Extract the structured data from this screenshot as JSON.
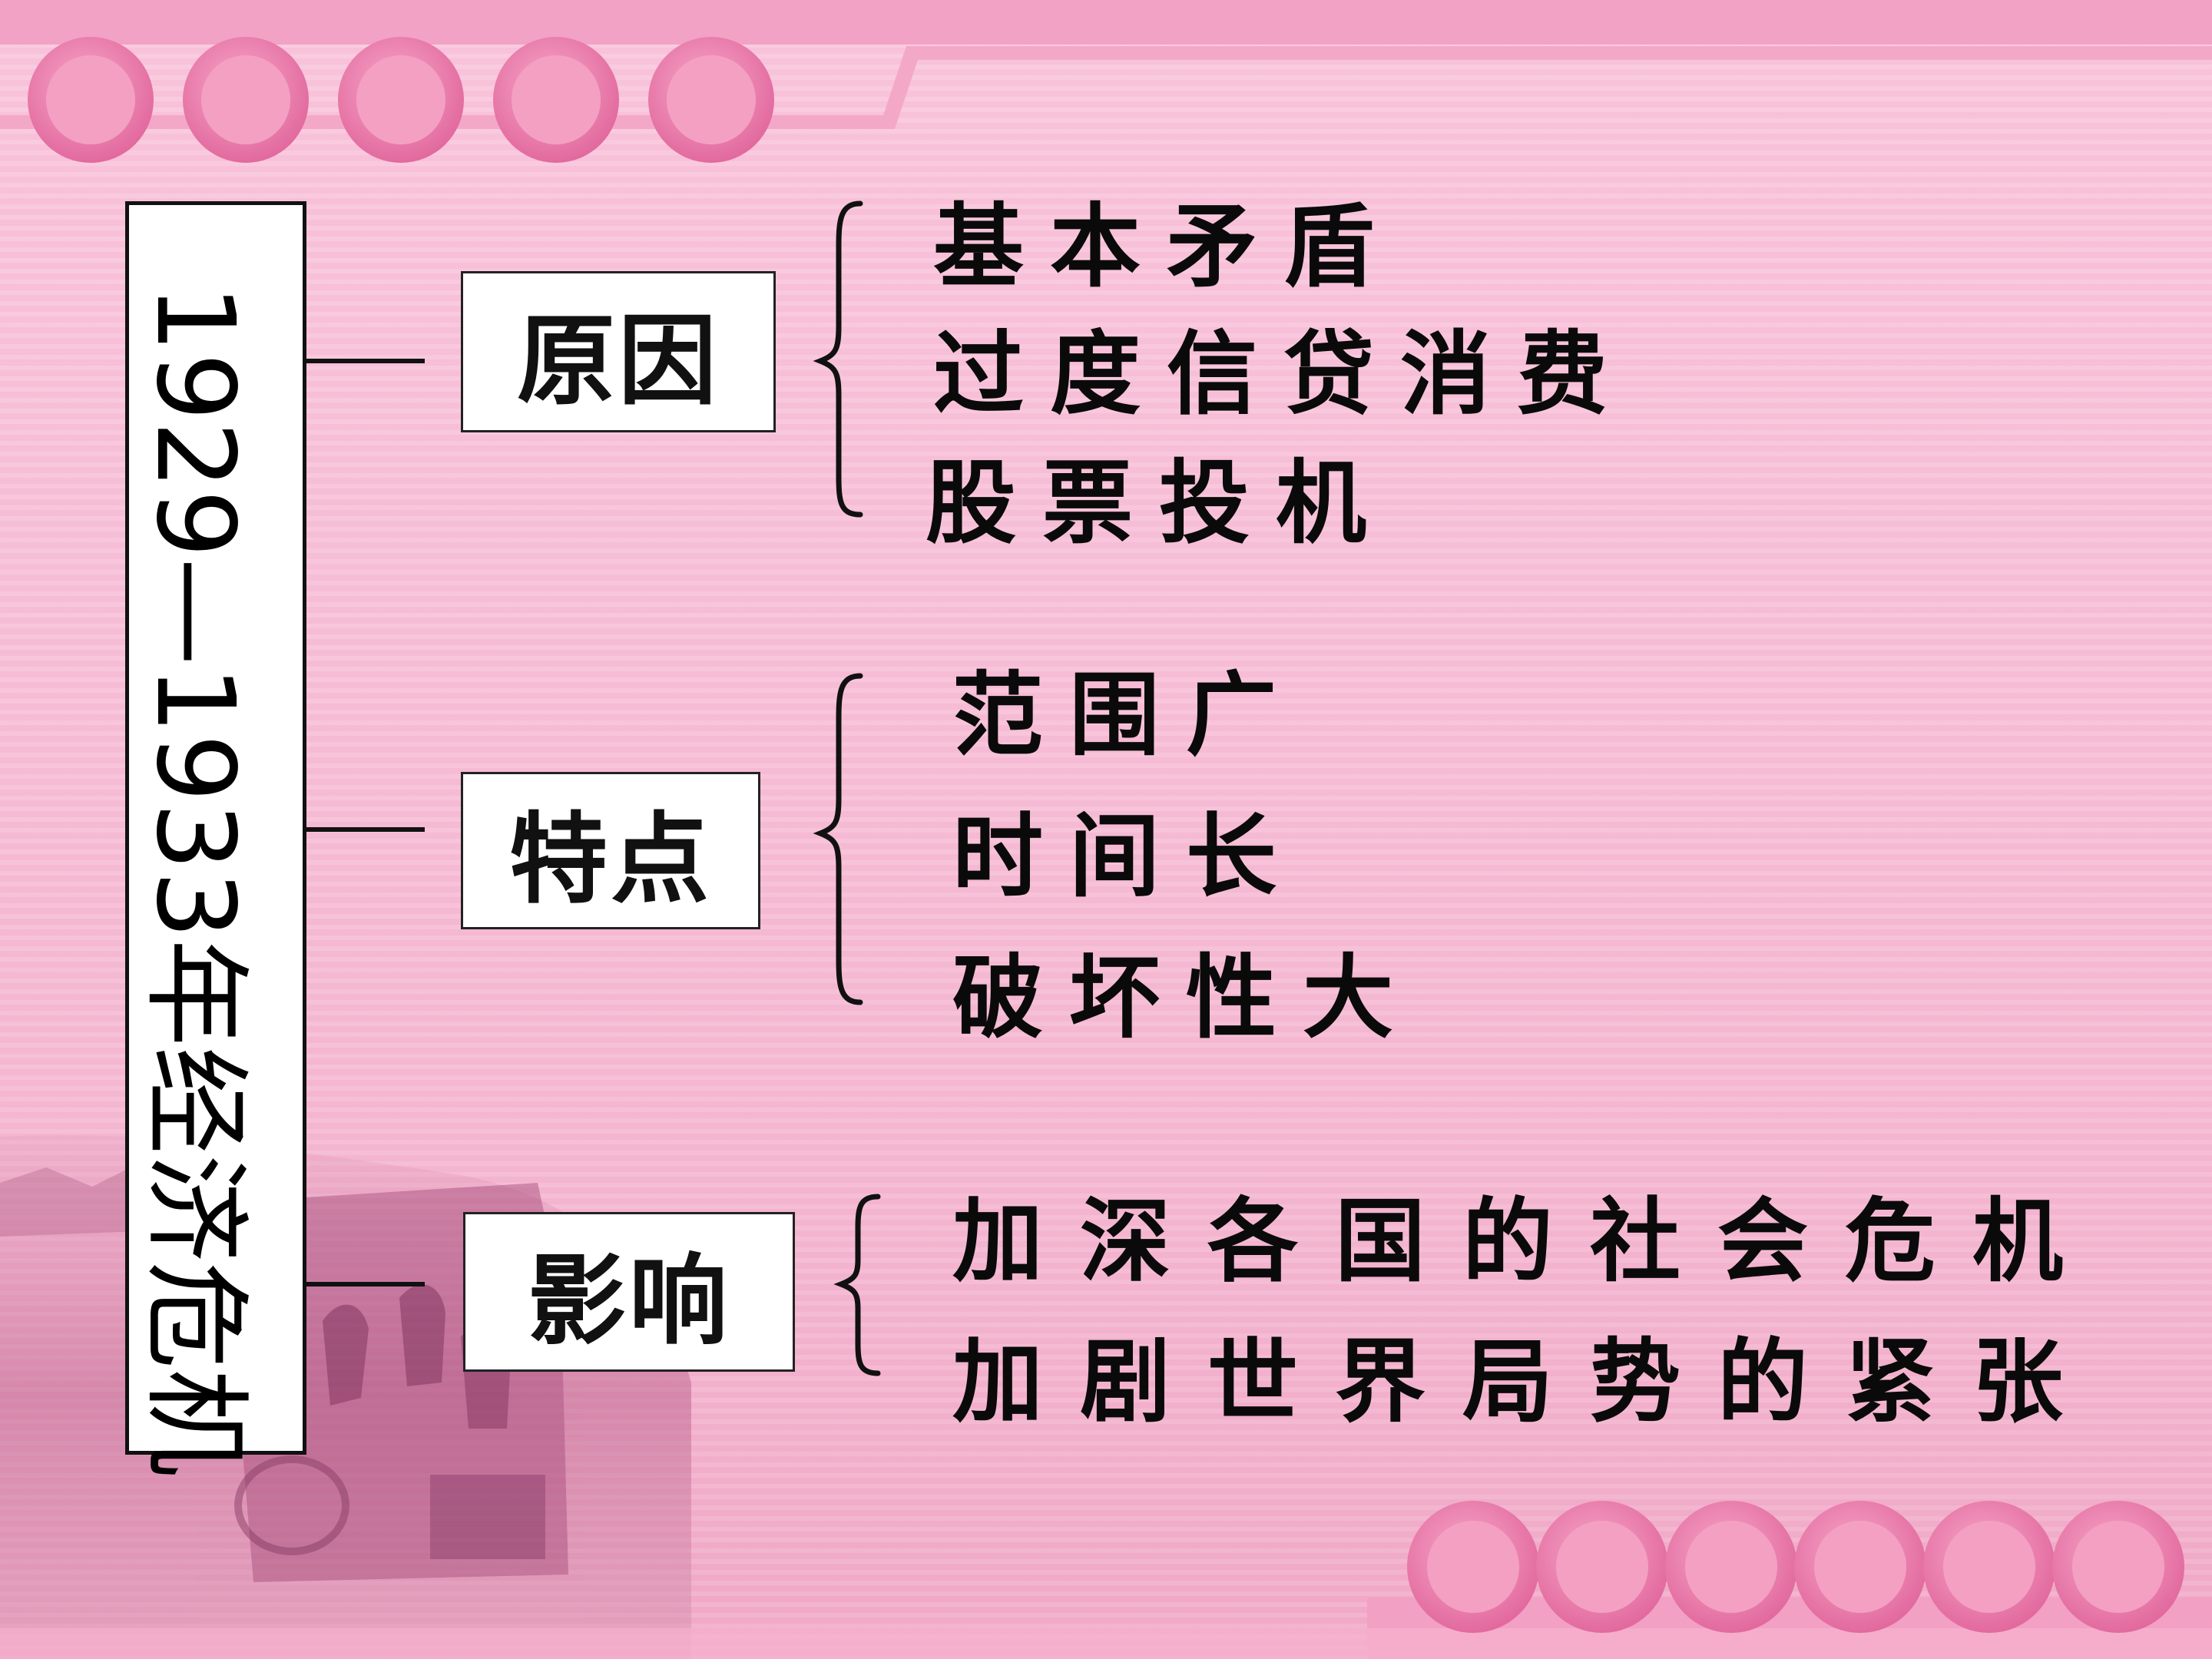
{
  "title": "1929—1933年经济危机",
  "categories": [
    {
      "label": "原因",
      "items": [
        "基本矛盾",
        "过度信贷消费",
        "股票投机"
      ]
    },
    {
      "label": "特点",
      "items": [
        "范围广",
        "时间长",
        "破坏性大"
      ]
    },
    {
      "label": "影响",
      "items": [
        "加深各国的社会危机",
        "加剧世界局势的紧张"
      ]
    }
  ],
  "colors": {
    "background": "#f7bfd7",
    "circle": "#ee7fae",
    "band": "#f29abf"
  }
}
